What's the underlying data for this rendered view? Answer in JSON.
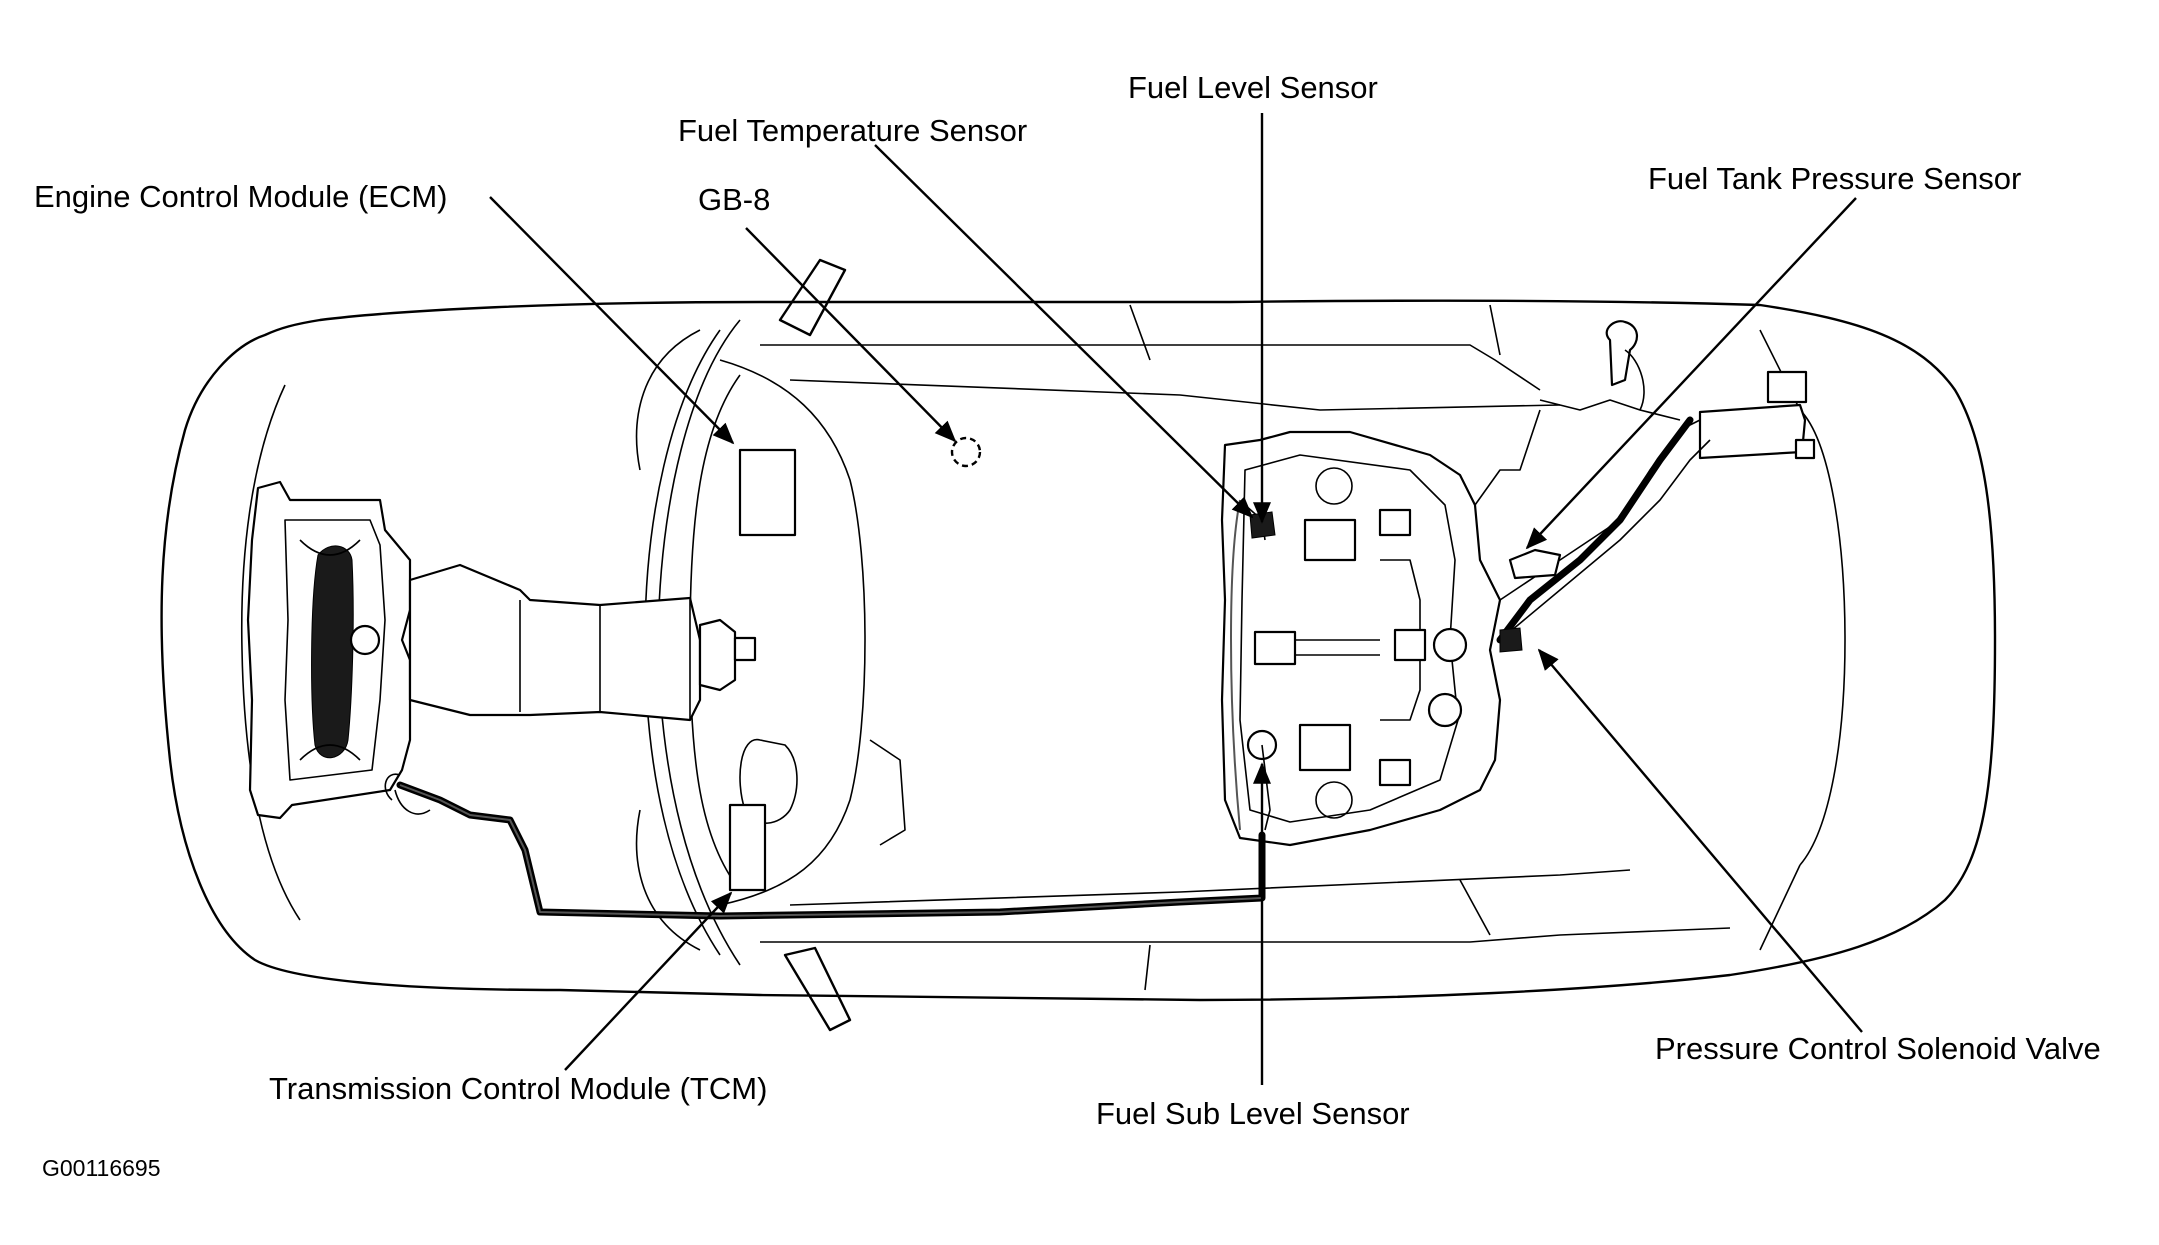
{
  "figure_id": "G00116695",
  "callouts": {
    "ecm": "Engine Control Module (ECM)",
    "gb8": "GB-8",
    "fuel_temp": "Fuel Temperature Sensor",
    "fuel_level": "Fuel Level Sensor",
    "fuel_tank_pressure": "Fuel Tank Pressure Sensor",
    "tcm": "Transmission Control Module (TCM)",
    "fuel_sub_level": "Fuel Sub Level Sensor",
    "pressure_solenoid": "Pressure Control Solenoid Valve"
  },
  "colors": {
    "line": "#000000",
    "background": "#ffffff"
  }
}
